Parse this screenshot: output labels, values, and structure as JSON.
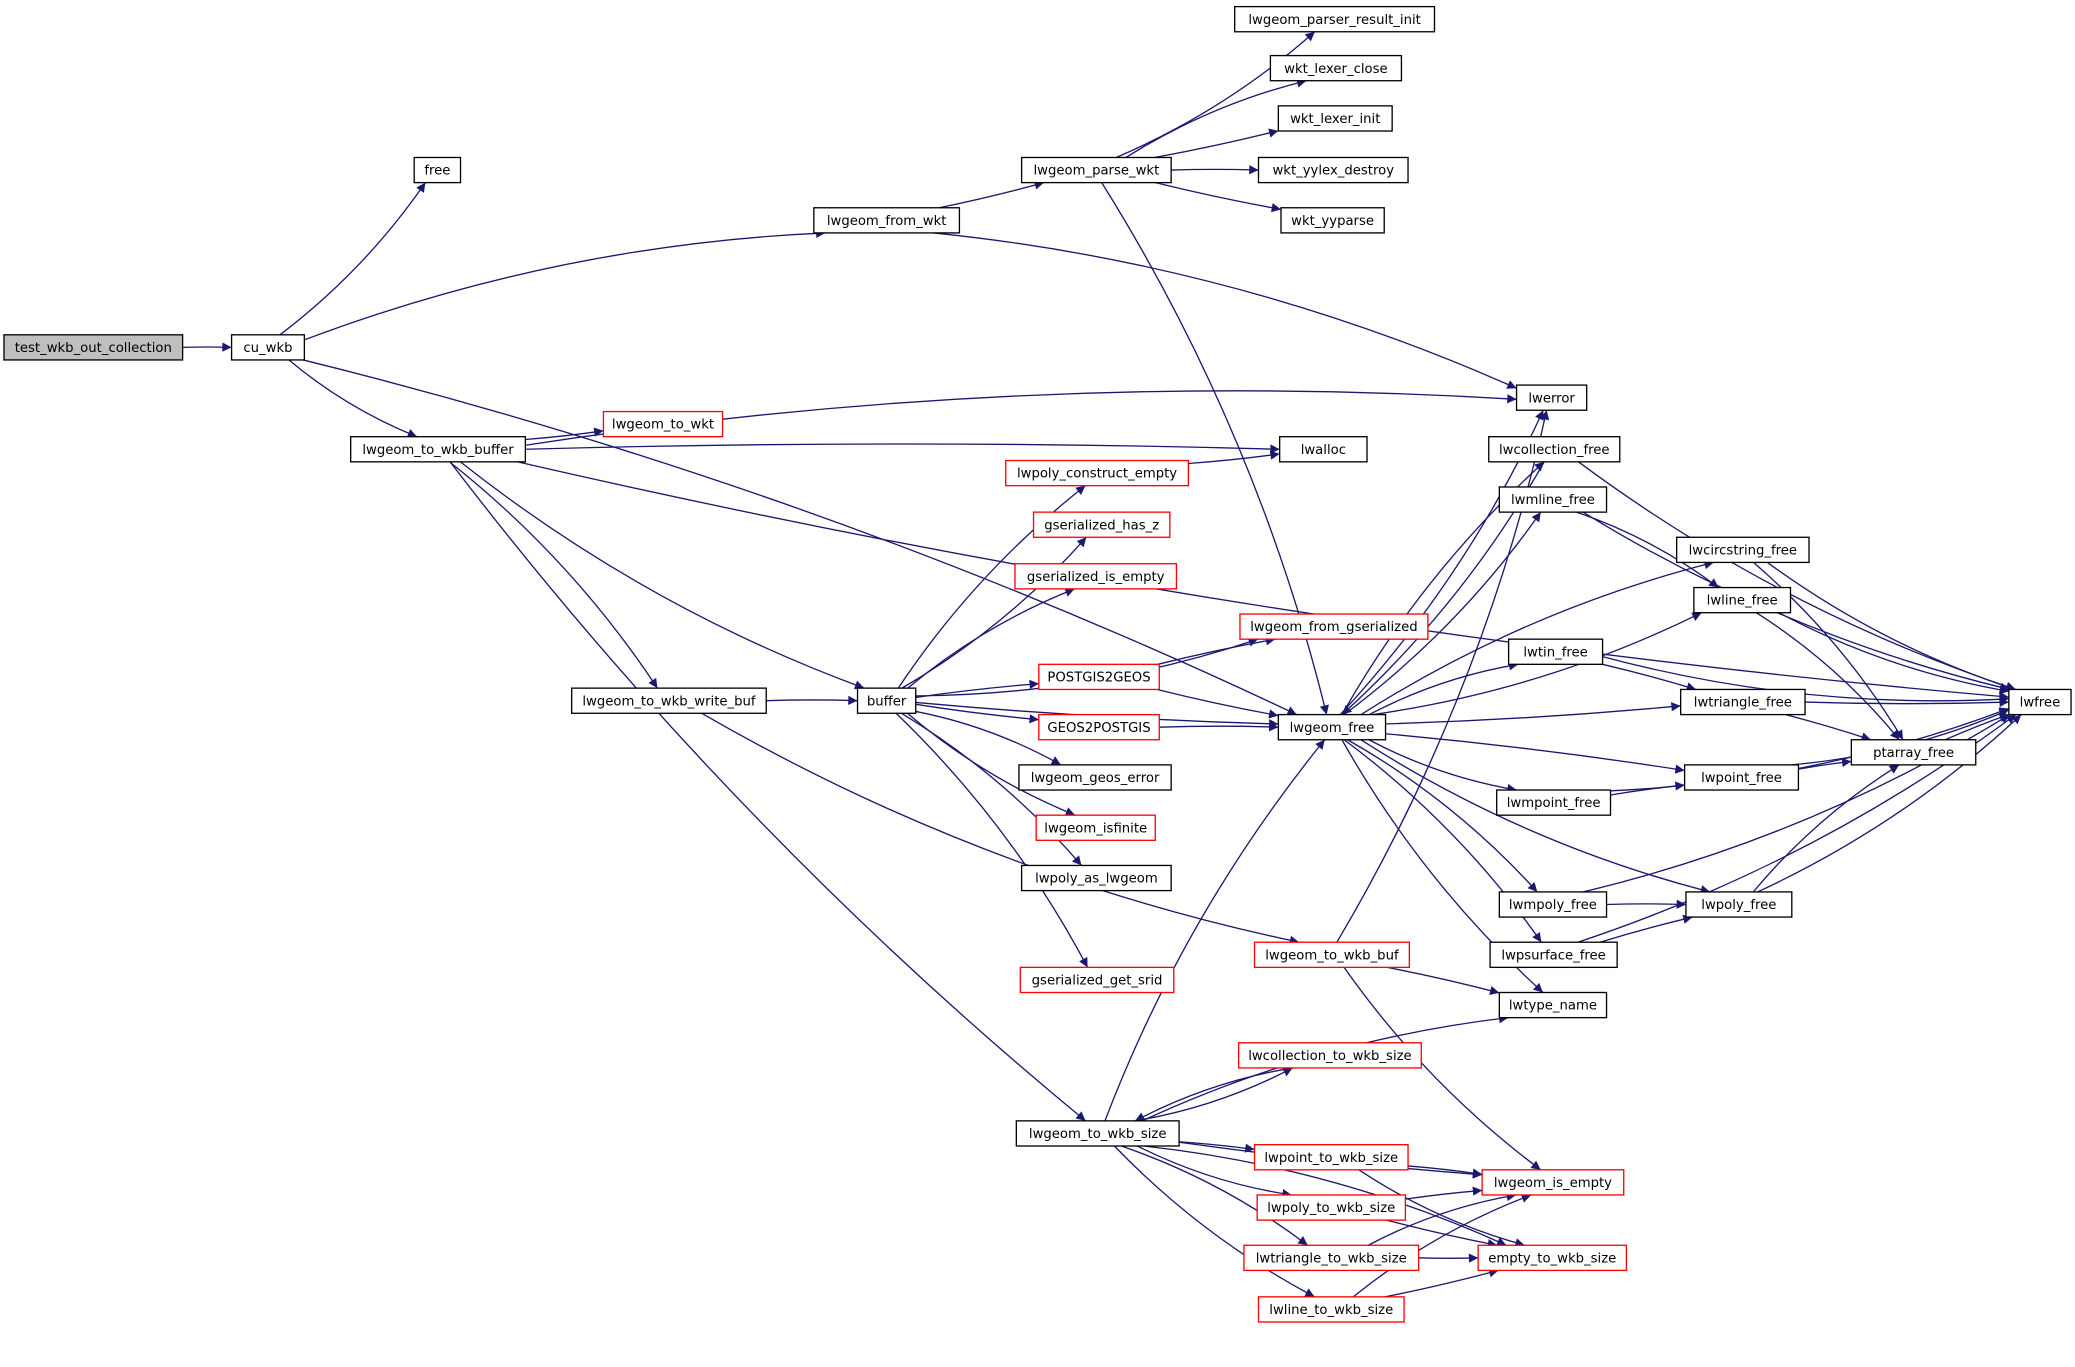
{
  "title": "Call graph for test_wkb_out_collection",
  "colors": {
    "edge": "#191970",
    "node_border": "#000000",
    "node_fill": "#ffffff",
    "root_fill": "#bfbfbf",
    "red_border": "#ff0000"
  },
  "nodes": [
    {
      "id": "test_wkb_out_collection",
      "label": "test_wkb_out_collection",
      "kind": "root"
    },
    {
      "id": "cu_wkb",
      "label": "cu_wkb",
      "kind": "normal"
    },
    {
      "id": "free",
      "label": "free",
      "kind": "normal"
    },
    {
      "id": "lwgeom_from_wkt",
      "label": "lwgeom_from_wkt",
      "kind": "normal"
    },
    {
      "id": "lwgeom_parse_wkt",
      "label": "lwgeom_parse_wkt",
      "kind": "normal"
    },
    {
      "id": "lwgeom_parser_result_init",
      "label": "lwgeom_parser_result_init",
      "kind": "normal"
    },
    {
      "id": "wkt_lexer_close",
      "label": "wkt_lexer_close",
      "kind": "normal"
    },
    {
      "id": "wkt_lexer_init",
      "label": "wkt_lexer_init",
      "kind": "normal"
    },
    {
      "id": "wkt_yylex_destroy",
      "label": "wkt_yylex_destroy",
      "kind": "normal"
    },
    {
      "id": "wkt_yyparse",
      "label": "wkt_yyparse",
      "kind": "normal"
    },
    {
      "id": "lwgeom_to_wkb_buffer",
      "label": "lwgeom_to_wkb_buffer",
      "kind": "normal"
    },
    {
      "id": "lwgeom_to_wkt",
      "label": "lwgeom_to_wkt",
      "kind": "red"
    },
    {
      "id": "lwerror",
      "label": "lwerror",
      "kind": "normal"
    },
    {
      "id": "lwalloc",
      "label": "lwalloc",
      "kind": "normal"
    },
    {
      "id": "lwpoly_construct_empty",
      "label": "lwpoly_construct_empty",
      "kind": "red"
    },
    {
      "id": "gserialized_has_z",
      "label": "gserialized_has_z",
      "kind": "red"
    },
    {
      "id": "gserialized_is_empty",
      "label": "gserialized_is_empty",
      "kind": "red"
    },
    {
      "id": "lwgeom_from_gserialized",
      "label": "lwgeom_from_gserialized",
      "kind": "red"
    },
    {
      "id": "POSTGIS2GEOS",
      "label": "POSTGIS2GEOS",
      "kind": "red"
    },
    {
      "id": "GEOS2POSTGIS",
      "label": "GEOS2POSTGIS",
      "kind": "red"
    },
    {
      "id": "lwgeom_geos_error",
      "label": "lwgeom_geos_error",
      "kind": "normal"
    },
    {
      "id": "lwgeom_isfinite",
      "label": "lwgeom_isfinite",
      "kind": "red"
    },
    {
      "id": "lwpoly_as_lwgeom",
      "label": "lwpoly_as_lwgeom",
      "kind": "normal"
    },
    {
      "id": "gserialized_get_srid",
      "label": "gserialized_get_srid",
      "kind": "red"
    },
    {
      "id": "lwgeom_to_wkb_write_buf",
      "label": "lwgeom_to_wkb_write_buf",
      "kind": "normal"
    },
    {
      "id": "buffer",
      "label": "buffer",
      "kind": "normal"
    },
    {
      "id": "lwgeom_free",
      "label": "lwgeom_free",
      "kind": "normal"
    },
    {
      "id": "lwgeom_to_wkb_buf",
      "label": "lwgeom_to_wkb_buf",
      "kind": "red"
    },
    {
      "id": "lwcollection_free",
      "label": "lwcollection_free",
      "kind": "normal"
    },
    {
      "id": "lwmline_free",
      "label": "lwmline_free",
      "kind": "normal"
    },
    {
      "id": "lwcircstring_free",
      "label": "lwcircstring_free",
      "kind": "normal"
    },
    {
      "id": "lwline_free",
      "label": "lwline_free",
      "kind": "normal"
    },
    {
      "id": "lwtin_free",
      "label": "lwtin_free",
      "kind": "normal"
    },
    {
      "id": "lwtriangle_free",
      "label": "lwtriangle_free",
      "kind": "normal"
    },
    {
      "id": "lwpoint_free",
      "label": "lwpoint_free",
      "kind": "normal"
    },
    {
      "id": "ptarray_free",
      "label": "ptarray_free",
      "kind": "normal"
    },
    {
      "id": "lwmpoint_free",
      "label": "lwmpoint_free",
      "kind": "normal"
    },
    {
      "id": "lwmpoly_free",
      "label": "lwmpoly_free",
      "kind": "normal"
    },
    {
      "id": "lwpoly_free",
      "label": "lwpoly_free",
      "kind": "normal"
    },
    {
      "id": "lwpsurface_free",
      "label": "lwpsurface_free",
      "kind": "normal"
    },
    {
      "id": "lwtype_name",
      "label": "lwtype_name",
      "kind": "normal"
    },
    {
      "id": "lwfree",
      "label": "lwfree",
      "kind": "normal"
    },
    {
      "id": "lwgeom_to_wkb_size",
      "label": "lwgeom_to_wkb_size",
      "kind": "normal"
    },
    {
      "id": "lwcollection_to_wkb_size",
      "label": "lwcollection_to_wkb_size",
      "kind": "red"
    },
    {
      "id": "lwpoint_to_wkb_size",
      "label": "lwpoint_to_wkb_size",
      "kind": "red"
    },
    {
      "id": "lwpoly_to_wkb_size",
      "label": "lwpoly_to_wkb_size",
      "kind": "red"
    },
    {
      "id": "lwtriangle_to_wkb_size",
      "label": "lwtriangle_to_wkb_size",
      "kind": "red"
    },
    {
      "id": "lwline_to_wkb_size",
      "label": "lwline_to_wkb_size",
      "kind": "red"
    },
    {
      "id": "lwgeom_is_empty",
      "label": "lwgeom_is_empty",
      "kind": "red"
    },
    {
      "id": "empty_to_wkb_size",
      "label": "empty_to_wkb_size",
      "kind": "red"
    }
  ],
  "edges": [
    [
      "test_wkb_out_collection",
      "cu_wkb"
    ],
    [
      "cu_wkb",
      "free"
    ],
    [
      "cu_wkb",
      "lwgeom_from_wkt"
    ],
    [
      "cu_wkb",
      "lwgeom_to_wkb_buffer"
    ],
    [
      "cu_wkb",
      "lwgeom_free"
    ],
    [
      "lwgeom_from_wkt",
      "lwgeom_parse_wkt"
    ],
    [
      "lwgeom_from_wkt",
      "lwerror"
    ],
    [
      "lwgeom_parse_wkt",
      "lwgeom_parser_result_init"
    ],
    [
      "lwgeom_parse_wkt",
      "wkt_lexer_close"
    ],
    [
      "lwgeom_parse_wkt",
      "wkt_lexer_init"
    ],
    [
      "lwgeom_parse_wkt",
      "wkt_yylex_destroy"
    ],
    [
      "lwgeom_parse_wkt",
      "wkt_yyparse"
    ],
    [
      "lwgeom_parse_wkt",
      "lwgeom_free"
    ],
    [
      "lwgeom_to_wkb_buffer",
      "lwfree"
    ],
    [
      "lwgeom_to_wkb_buffer",
      "lwerror"
    ],
    [
      "lwgeom_to_wkb_buffer",
      "lwgeom_to_wkt"
    ],
    [
      "lwgeom_to_wkb_buffer",
      "lwalloc"
    ],
    [
      "lwgeom_to_wkb_buffer",
      "buffer"
    ],
    [
      "lwgeom_to_wkb_buffer",
      "lwgeom_to_wkb_write_buf"
    ],
    [
      "lwgeom_to_wkb_buffer",
      "lwgeom_to_wkb_size"
    ],
    [
      "lwgeom_to_wkb_write_buf",
      "buffer"
    ],
    [
      "lwgeom_to_wkb_write_buf",
      "lwgeom_to_wkb_buf"
    ],
    [
      "buffer",
      "lwpoly_construct_empty"
    ],
    [
      "buffer",
      "gserialized_has_z"
    ],
    [
      "buffer",
      "gserialized_is_empty"
    ],
    [
      "buffer",
      "lwgeom_from_gserialized"
    ],
    [
      "buffer",
      "POSTGIS2GEOS"
    ],
    [
      "buffer",
      "GEOS2POSTGIS"
    ],
    [
      "buffer",
      "lwgeom_geos_error"
    ],
    [
      "buffer",
      "lwgeom_isfinite"
    ],
    [
      "buffer",
      "lwpoly_as_lwgeom"
    ],
    [
      "buffer",
      "lwgeom_free"
    ],
    [
      "buffer",
      "gserialized_get_srid"
    ],
    [
      "lwpoly_construct_empty",
      "lwalloc"
    ],
    [
      "POSTGIS2GEOS",
      "lwgeom_from_gserialized"
    ],
    [
      "POSTGIS2GEOS",
      "lwgeom_free"
    ],
    [
      "GEOS2POSTGIS",
      "lwgeom_free"
    ],
    [
      "lwgeom_free",
      "lwerror"
    ],
    [
      "lwgeom_free",
      "lwcollection_free"
    ],
    [
      "lwgeom_free",
      "lwmline_free"
    ],
    [
      "lwgeom_free",
      "lwcircstring_free"
    ],
    [
      "lwgeom_free",
      "lwline_free"
    ],
    [
      "lwgeom_free",
      "lwtin_free"
    ],
    [
      "lwgeom_free",
      "lwtriangle_free"
    ],
    [
      "lwgeom_free",
      "lwpoint_free"
    ],
    [
      "lwgeom_free",
      "lwmpoint_free"
    ],
    [
      "lwgeom_free",
      "lwmpoly_free"
    ],
    [
      "lwgeom_free",
      "lwpoly_free"
    ],
    [
      "lwgeom_free",
      "lwpsurface_free"
    ],
    [
      "lwgeom_free",
      "lwtype_name"
    ],
    [
      "lwcollection_free",
      "lwgeom_free"
    ],
    [
      "lwcollection_free",
      "lwfree"
    ],
    [
      "lwmline_free",
      "lwline_free"
    ],
    [
      "lwmline_free",
      "lwfree"
    ],
    [
      "lwcircstring_free",
      "ptarray_free"
    ],
    [
      "lwcircstring_free",
      "lwfree"
    ],
    [
      "lwline_free",
      "ptarray_free"
    ],
    [
      "lwline_free",
      "lwfree"
    ],
    [
      "lwtin_free",
      "lwtriangle_free"
    ],
    [
      "lwtin_free",
      "lwfree"
    ],
    [
      "lwtriangle_free",
      "ptarray_free"
    ],
    [
      "lwtriangle_free",
      "lwfree"
    ],
    [
      "lwpoint_free",
      "ptarray_free"
    ],
    [
      "lwpoint_free",
      "lwfree"
    ],
    [
      "lwmpoint_free",
      "lwpoint_free"
    ],
    [
      "lwmpoint_free",
      "lwfree"
    ],
    [
      "lwmpoly_free",
      "lwpoly_free"
    ],
    [
      "lwmpoly_free",
      "lwfree"
    ],
    [
      "lwpsurface_free",
      "lwpoly_free"
    ],
    [
      "lwpsurface_free",
      "lwfree"
    ],
    [
      "lwpoly_free",
      "ptarray_free"
    ],
    [
      "lwpoly_free",
      "lwfree"
    ],
    [
      "ptarray_free",
      "lwfree"
    ],
    [
      "lwgeom_to_wkb_buf",
      "lwerror"
    ],
    [
      "lwgeom_to_wkb_buf",
      "lwtype_name"
    ],
    [
      "lwgeom_to_wkb_buf",
      "lwgeom_is_empty"
    ],
    [
      "lwgeom_to_wkb_size",
      "lwgeom_free"
    ],
    [
      "lwgeom_to_wkb_size",
      "lwcollection_to_wkb_size"
    ],
    [
      "lwgeom_to_wkb_size",
      "lwtype_name"
    ],
    [
      "lwgeom_to_wkb_size",
      "lwgeom_is_empty"
    ],
    [
      "lwgeom_to_wkb_size",
      "lwpoint_to_wkb_size"
    ],
    [
      "lwgeom_to_wkb_size",
      "lwpoly_to_wkb_size"
    ],
    [
      "lwgeom_to_wkb_size",
      "lwtriangle_to_wkb_size"
    ],
    [
      "lwgeom_to_wkb_size",
      "lwline_to_wkb_size"
    ],
    [
      "lwgeom_to_wkb_size",
      "empty_to_wkb_size"
    ],
    [
      "lwcollection_to_wkb_size",
      "lwgeom_to_wkb_size"
    ],
    [
      "lwpoint_to_wkb_size",
      "lwgeom_is_empty"
    ],
    [
      "lwpoint_to_wkb_size",
      "empty_to_wkb_size"
    ],
    [
      "lwpoly_to_wkb_size",
      "lwgeom_is_empty"
    ],
    [
      "lwpoly_to_wkb_size",
      "empty_to_wkb_size"
    ],
    [
      "lwtriangle_to_wkb_size",
      "lwgeom_is_empty"
    ],
    [
      "lwtriangle_to_wkb_size",
      "empty_to_wkb_size"
    ],
    [
      "lwline_to_wkb_size",
      "lwgeom_is_empty"
    ],
    [
      "lwline_to_wkb_size",
      "empty_to_wkb_size"
    ]
  ]
}
